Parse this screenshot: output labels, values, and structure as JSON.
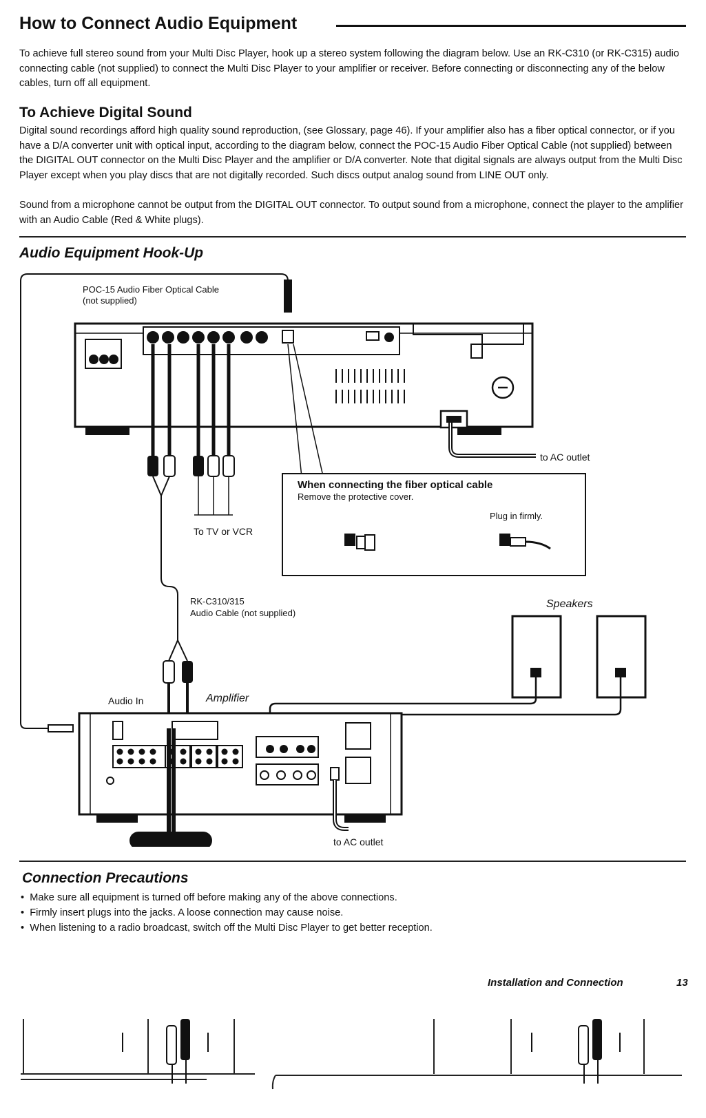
{
  "title": "How to Connect Audio Equipment",
  "intro": "To achieve full stereo sound from your Multi Disc Player, hook up a stereo system following the diagram below.  Use an RK-C310 (or RK-C315) audio connecting cable (not supplied) to connect the Multi Disc Player to your amplifier or receiver.  Before connecting or disconnecting any of the below cables, turn off all equipment.",
  "digital": {
    "heading": "To Achieve Digital Sound",
    "body": "Digital sound recordings afford high quality sound reproduction, (see Glossary, page 46). If your amplifier also has a fiber optical connector, or if you have a D/A converter unit with optical input, according to the diagram below, connect the POC-15 Audio Fiber Optical Cable (not supplied) between the DIGITAL OUT connector on the Multi Disc Player and the amplifier or D/A converter.  Note that digital signals are always output from the Multi Disc Player except when you play discs that are not digitally recorded.  Such discs output analog sound from LINE OUT only.",
    "body2": "Sound from a microphone cannot be output from the DIGITAL OUT connector.  To output sound from a microphone, connect the player to the amplifier with an Audio Cable (Red & White plugs)."
  },
  "hookup": {
    "heading": "Audio Equipment Hook-Up",
    "labels": {
      "poc_line1": "POC-15 Audio Fiber Optical Cable",
      "poc_line2": "(not supplied)",
      "ac_outlet_top": "to AC outlet",
      "fiber_title": "When connecting the fiber optical cable",
      "fiber_sub": "Remove the protective cover.",
      "plug_firmly": "Plug in firmly.",
      "to_tv": "To TV or VCR",
      "rk_line1": "RK-C310/315",
      "rk_line2": "Audio Cable (not supplied)",
      "speakers": "Speakers",
      "audio_in": "Audio In",
      "amplifier": "Amplifier",
      "ac_outlet_bottom": "to AC outlet"
    }
  },
  "precautions": {
    "heading": "Connection Precautions",
    "items": [
      "Make sure all equipment is turned off before making any of the above connections.",
      "Firmly insert plugs into the jacks.  A loose connection may cause noise.",
      "When listening to a radio broadcast, switch off the Multi Disc Player to get better reception."
    ]
  },
  "footer": {
    "section": "Installation and Connection",
    "page": "13"
  }
}
